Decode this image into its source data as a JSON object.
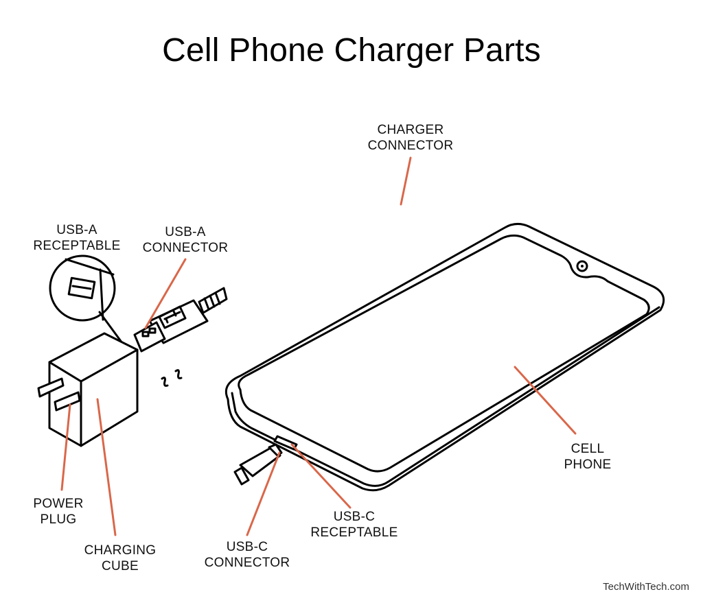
{
  "title": "Cell Phone Charger Parts",
  "labels": {
    "charger_connector": [
      "CHARGER",
      "CONNECTOR"
    ],
    "usb_a_receptable": [
      "USB-A",
      "RECEPTABLE"
    ],
    "usb_a_connector": [
      "USB-A",
      "CONNECTOR"
    ],
    "power_plug": [
      "POWER",
      "PLUG"
    ],
    "charging_cube": [
      "CHARGING",
      "CUBE"
    ],
    "usb_c_connector": [
      "USB-C",
      "CONNECTOR"
    ],
    "usb_c_receptable": [
      "USB-C",
      "RECEPTABLE"
    ],
    "cell_phone": [
      "CELL",
      "PHONE"
    ]
  },
  "credit": "TechWithTech.com",
  "colors": {
    "leader": "#d9674a",
    "line": "#000000",
    "background": "#ffffff"
  }
}
